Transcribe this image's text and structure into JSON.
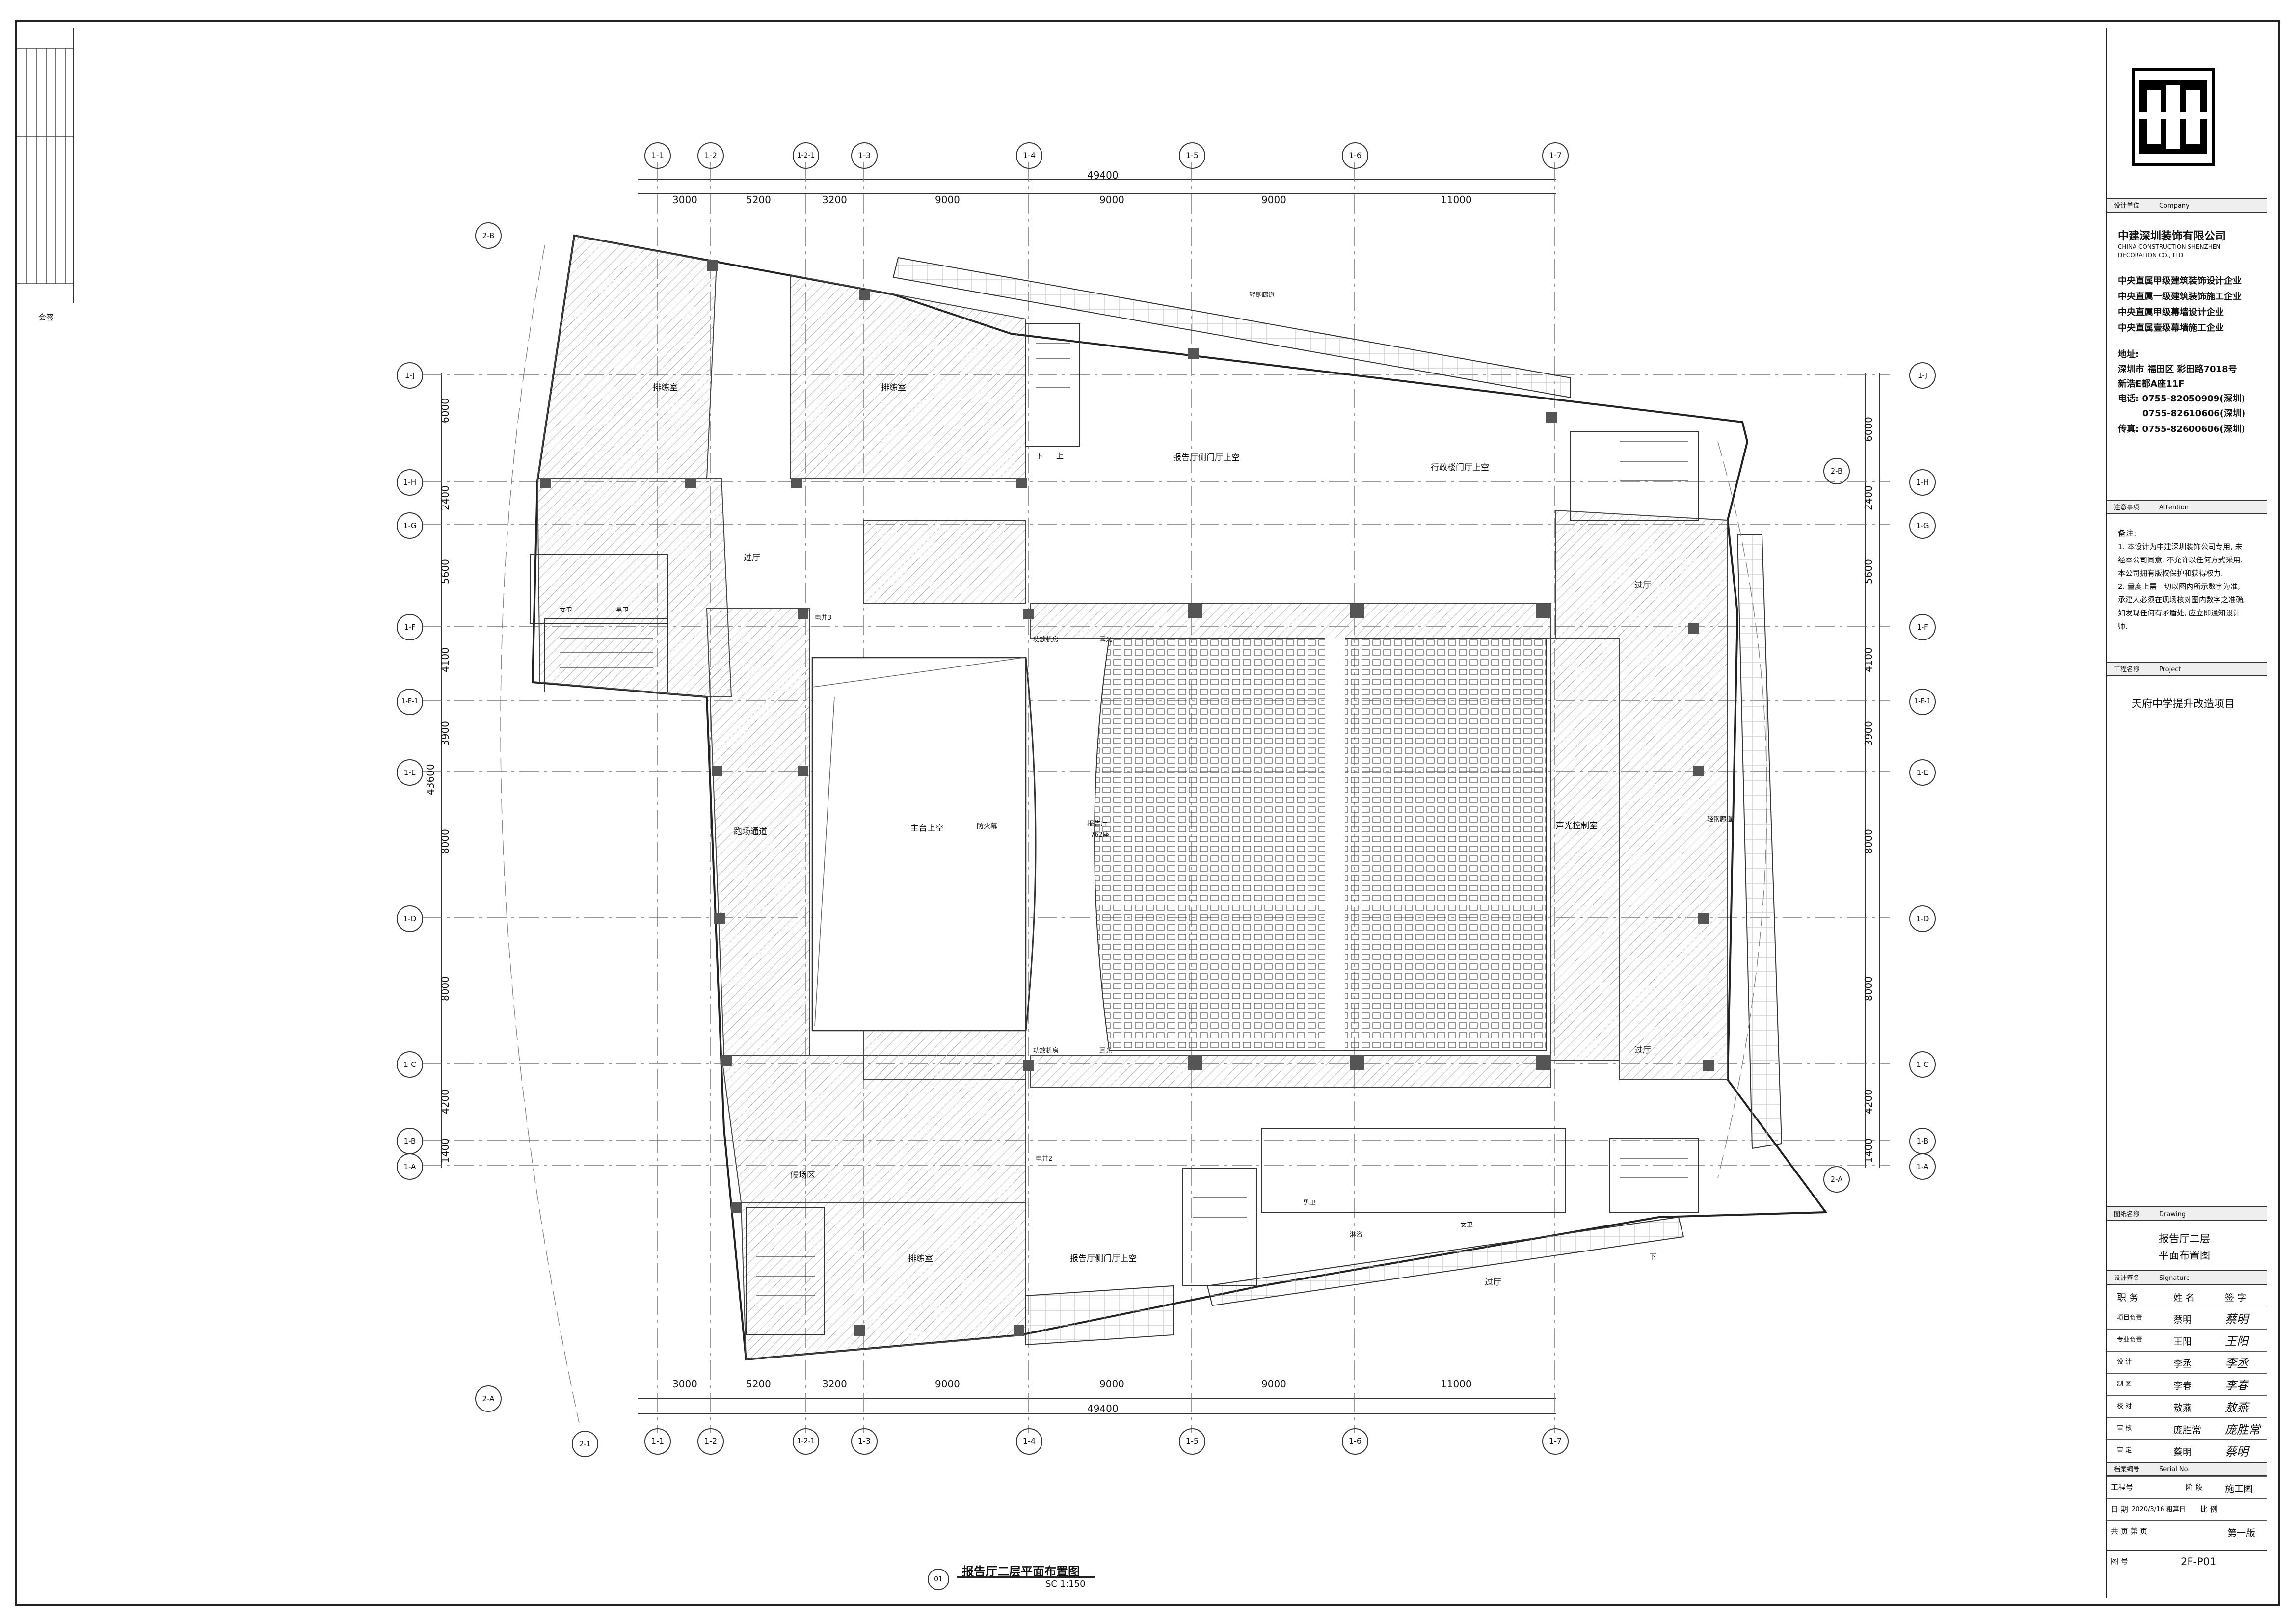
{
  "grid": {
    "top_labels": [
      "1-1",
      "1-2",
      "1-2-1",
      "1-3",
      "1-4",
      "1-5",
      "1-6",
      "1-7"
    ],
    "top_spacings": [
      "3000",
      "5200",
      "3200",
      "9000",
      "9000",
      "9000",
      "11000"
    ],
    "top_total": "49400",
    "bottom_labels": [
      "1-1",
      "1-2",
      "1-2-1",
      "1-3",
      "1-4",
      "1-5",
      "1-6",
      "1-7"
    ],
    "bottom_spacings": [
      "3000",
      "5200",
      "3200",
      "9000",
      "9000",
      "9000",
      "11000"
    ],
    "bottom_total": "49400",
    "row_labels": [
      "1-J",
      "1-H",
      "1-G",
      "1-F",
      "1-E-1",
      "1-E",
      "1-D",
      "1-C",
      "1-B",
      "1-A"
    ],
    "row_spacings": [
      "6000",
      "2400",
      "5600",
      "4100",
      "3900",
      "8000",
      "8000",
      "4200",
      "1400"
    ],
    "row_total": "43600",
    "diag_labels": [
      "2-B",
      "2-B",
      "2-A",
      "2-A",
      "2-1"
    ]
  },
  "rooms": {
    "rehearsal_1": "排练室",
    "rehearsal_2": "排练室",
    "rehearsal_3": "排练室",
    "corridor_left": "过厅",
    "corridor_right_top": "过厅",
    "corridor_right_bottom": "过厅",
    "corridor_bottom": "过厅",
    "void_top": "报告厅侧门厅上空",
    "void_bottom": "报告厅侧门厅上空",
    "admin_void": "行政楼门厅上空",
    "stage_void": "主台上空",
    "fire_curtain": "防火幕",
    "hall": "报告厅",
    "hall_seats": "762座",
    "control_room": "声光控制室",
    "passage": "跑场通道",
    "wings": "候场区",
    "womens_wc": "女卫",
    "mens_wc": "男卫",
    "womens_wc_2": "女卫",
    "mens_wc_2": "男卫",
    "shower": "淋浴",
    "ear_light_1": "耳光",
    "ear_light_2": "耳光",
    "equip_room_1": "功放机房",
    "equip_room_2": "功放机房",
    "shaft_1": "电井3",
    "shaft_2": "电井2",
    "steel_corridor_top": "轻钢廊道",
    "steel_corridor_right": "轻钢廊道",
    "stair_up": "上",
    "stair_down": "下"
  },
  "title_block": {
    "design_unit_label": "设计单位",
    "design_unit_en": "Company",
    "company_cn": "中建深圳装饰有限公司",
    "company_en_1": "CHINA CONSTRUCTION SHENZHEN",
    "company_en_2": "DECORATION CO., LTD",
    "qual_1": "中央直属甲级建筑装饰设计企业",
    "qual_2": "中央直属一级建筑装饰施工企业",
    "qual_3": "中央直属甲级幕墙设计企业",
    "qual_4": "中央直属壹级幕墙施工企业",
    "addr_label": "地址:",
    "addr_1": "深圳市 福田区 彩田路7018号",
    "addr_2": "新浩E都A座11F",
    "tel_1": "电话: 0755-82050909(深圳)",
    "tel_2": "0755-82610606(深圳)",
    "fax": "传真: 0755-82600606(深圳)",
    "notes_label": "注意事项",
    "notes_en": "Attention",
    "notes_title": "备注:",
    "note_1": "1. 本设计为中建深圳装饰公司专用, 未",
    "note_2": "经本公司同意, 不允许以任何方式采用.",
    "note_3": "本公司拥有版权保护和获得权力.",
    "note_4": "2. 量度上需一切以图内所示数字为准,",
    "note_5": "承建人必须在现场核对图内数字之准确,",
    "note_6": "如发现任何有矛盾处, 应立即通知设计",
    "note_7": "师.",
    "project_label": "工程名称",
    "project_en": "Project",
    "project_name": "天府中学提升改造项目",
    "drawing_label": "图纸名称",
    "drawing_en": "Drawing",
    "drawing_name_1": "报告厅二层",
    "drawing_name_2": "平面布置图",
    "signature_label": "设计签名",
    "signature_en": "Signature",
    "sig_head_role": "职 务",
    "sig_head_name": "姓 名",
    "sig_head_sign": "签 字",
    "sig_rows": [
      {
        "role": "项目负责",
        "name": "蔡明",
        "sign": "蔡明"
      },
      {
        "role": "专业负责",
        "name": "王阳",
        "sign": "王阳"
      },
      {
        "role": "设 计",
        "name": "李丞",
        "sign": "李丞"
      },
      {
        "role": "制 图",
        "name": "李春",
        "sign": "李春"
      },
      {
        "role": "校 对",
        "name": "敖燕",
        "sign": "敖燕"
      },
      {
        "role": "审 核",
        "name": "庞胜常",
        "sign": "庞胜常"
      },
      {
        "role": "审 定",
        "name": "蔡明",
        "sign": "蔡明"
      }
    ],
    "serial_label": "档案编号",
    "serial_en": "Serial No.",
    "job_no_label": "工程号",
    "stage_label": "阶 段",
    "stage_value": "施工图",
    "date_label": "日 期",
    "date_value": "2020/3/16 粗算日",
    "scale_label": "比 例",
    "pages_label": "共 页 第 页",
    "version_value": "第一版",
    "drawing_no_label": "图 号",
    "drawing_no": "2F-P01"
  },
  "footer": {
    "plan_number": "01",
    "plan_title": "报告厅二层平面布置图",
    "plan_scale": "SC 1:150"
  },
  "left_strip": {
    "labels": [
      "会签"
    ]
  }
}
